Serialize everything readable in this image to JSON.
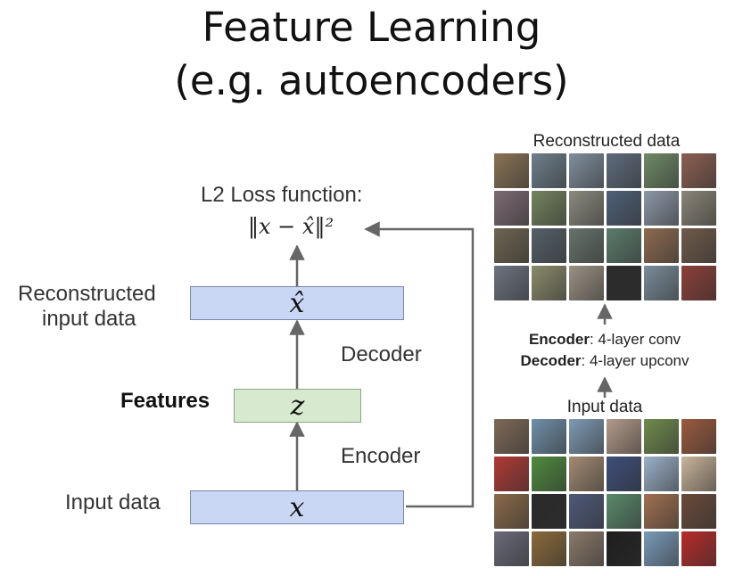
{
  "title": {
    "line1": "Feature Learning",
    "line2": "(e.g. autoencoders)"
  },
  "left": {
    "loss_title": "L2 Loss function:",
    "loss_formula": "‖x − x̂‖²",
    "reconstructed_label_line1": "Reconstructed",
    "reconstructed_label_line2": "input data",
    "features_label": "Features",
    "input_label": "Input data",
    "decoder_label": "Decoder",
    "encoder_label": "Encoder",
    "box_xhat": "x̂",
    "box_z": "z",
    "box_x": "x"
  },
  "right": {
    "reconstructed_title": "Reconstructed data",
    "encoder_word": "Encoder",
    "encoder_desc": ": 4-layer conv",
    "decoder_word": "Decoder",
    "decoder_desc": ": 4-layer upconv",
    "input_title": "Input data"
  },
  "colors": {
    "box_blue": "#c9d7f5",
    "box_green": "#d7e9cf",
    "arrow": "#666666"
  },
  "reconstructed_tiles": [
    "#8a7355",
    "#6e7f8c",
    "#7f8f9e",
    "#5e6c7c",
    "#6f8a66",
    "#8c5f52",
    "#7c6a72",
    "#74845e",
    "#8b8a7e",
    "#4f6078",
    "#8c97a6",
    "#8a8577",
    "#6e6451",
    "#556068",
    "#67736c",
    "#5b7c6c",
    "#8e6a50",
    "#6f5a4a",
    "#6d7480",
    "#8a8b6a",
    "#9a9184",
    "#2b2b2b",
    "#7a8c9a",
    "#8c3f38"
  ],
  "input_tiles": [
    "#7d6a56",
    "#6f8fa8",
    "#7d9ab4",
    "#b39a8a",
    "#6f8b4e",
    "#9a5a3e",
    "#b03a34",
    "#4f8a3e",
    "#a38a72",
    "#3e4e7a",
    "#9ab0c8",
    "#c8b49a",
    "#8a6a4a",
    "#2a2a2a",
    "#4e5a7a",
    "#5a8a6a",
    "#a07050",
    "#6a4a3a",
    "#6a6a7a",
    "#8a6a3a",
    "#8a7a6a",
    "#1e1e1e",
    "#7a9ab8",
    "#b82a2a"
  ]
}
